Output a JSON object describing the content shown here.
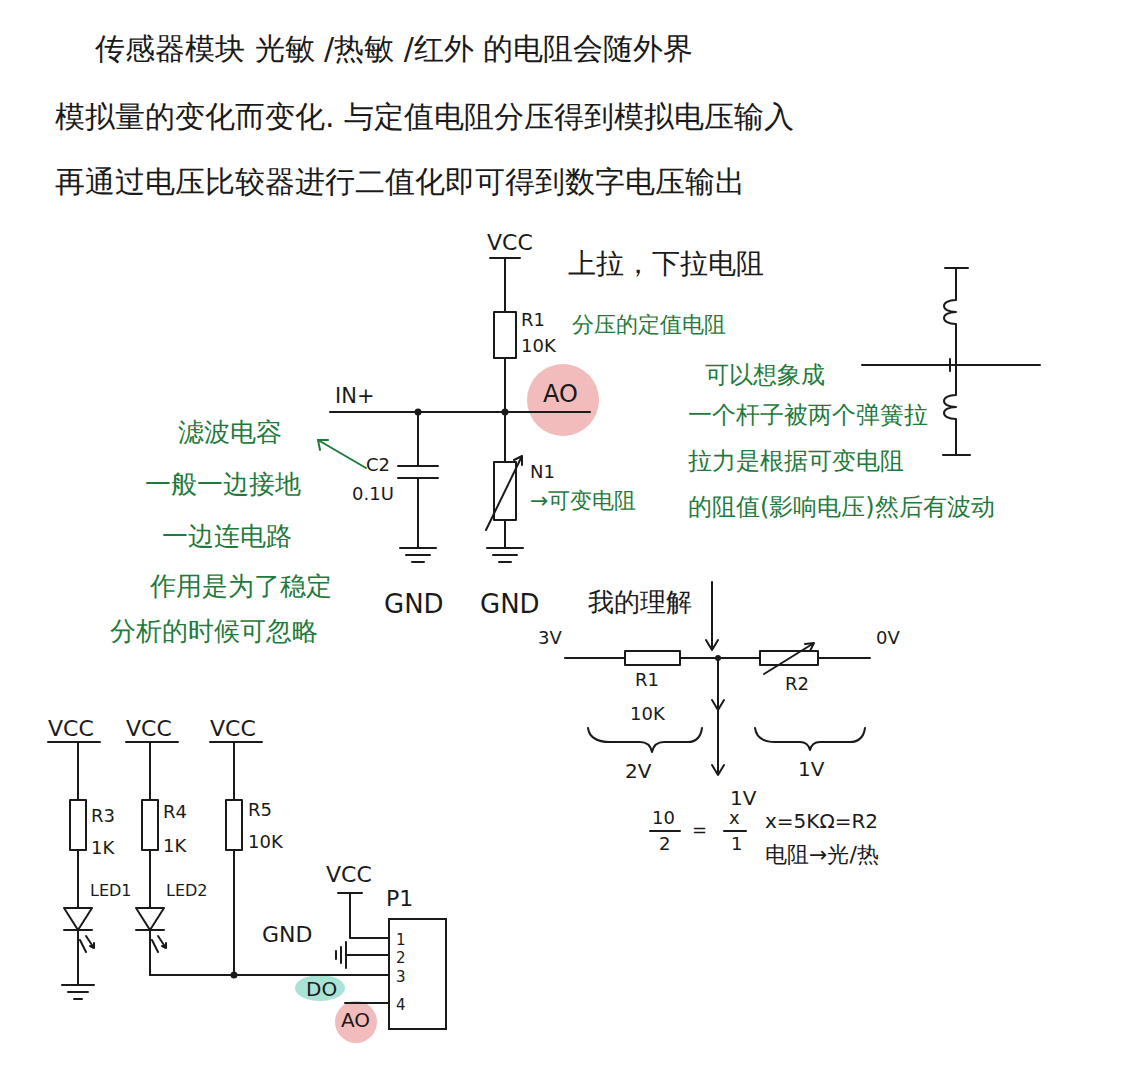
{
  "diagram": {
    "nodes": [
      {
        "text": [
          "P1",
          "1",
          "2",
          "3",
          "4"
        ]
      }
    ],
    "labels": [
      "传感器模块 光敏 /热敏 /红外 的电阻会随外界",
      "模拟量的变化而变化. 与定值电阻分压得到模拟电压输入",
      "再通过电压比较器进行二值化即可得到数字电压输出",
      "VCC",
      "上拉，下拉电阻",
      "R1",
      "10K",
      "分压的定值电阻",
      "IN+",
      "AO",
      "可以想象成",
      "一个杆子被两个弹簧拉",
      "滤波电容",
      "C2",
      "0.1U",
      "N1",
      "→可变电阻",
      "拉力是根据可变电阻",
      "一般一边接地",
      "的阻值(影响电压)然后有波动",
      "一边连电路",
      "作用是为了稳定",
      "GND",
      "GND",
      "我的理解",
      "分析的时候可忽略",
      "3V",
      "0V",
      "R1",
      "R2",
      "10K",
      "VCC",
      "VCC",
      "VCC",
      "2V",
      "1V",
      "1V",
      "10",
      "2",
      "=",
      "x",
      "1",
      "x=5KΩ=R2",
      "电阻→光/热",
      "R3",
      "1K",
      "R4",
      "1K",
      "R5",
      "10K",
      "LED1",
      "LED2",
      "VCC",
      "GND",
      "DO",
      "AO"
    ]
  }
}
